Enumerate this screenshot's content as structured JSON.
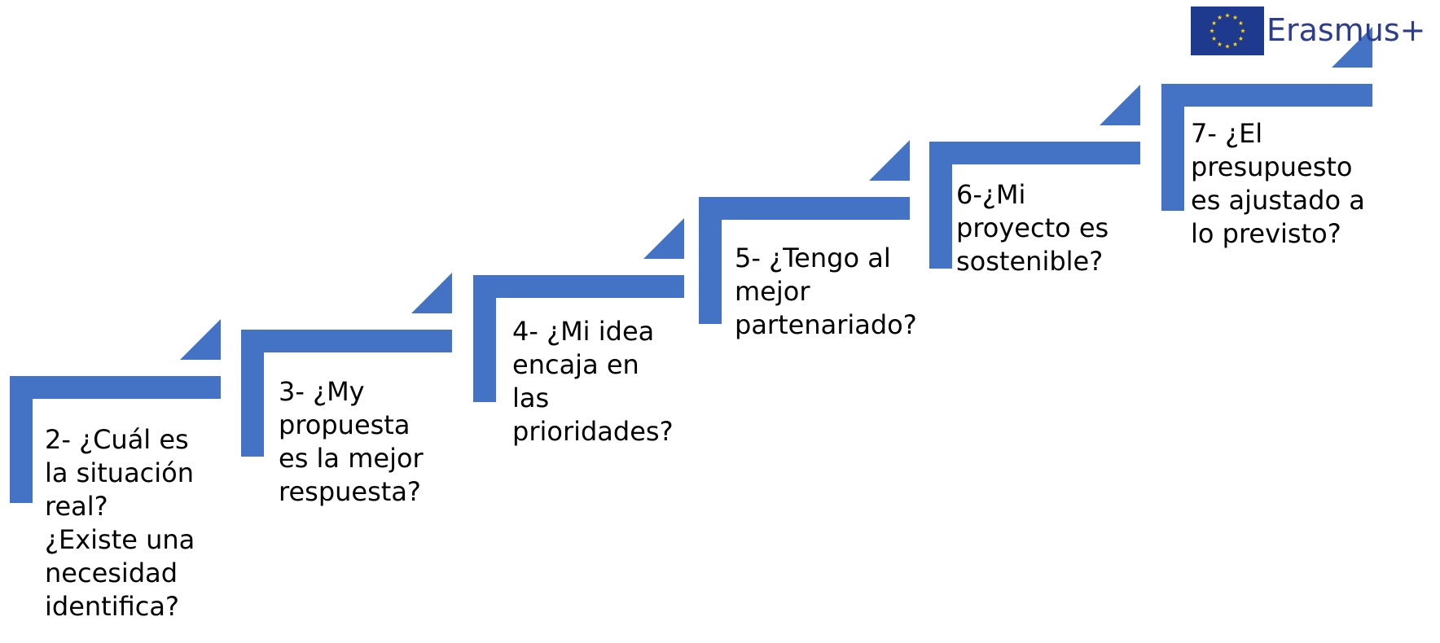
{
  "colors": {
    "step": "#4472c4",
    "logo_text": "#2c3d8f",
    "flag_blue": "#1e3a8f",
    "flag_star": "#ffd200"
  },
  "logo": {
    "text": "Erasmus+"
  },
  "steps": [
    {
      "text": "2- ¿Cuál es\nla situación\nreal?\n¿Existe una\nnecesidad\nidentifica?"
    },
    {
      "text": "3- ¿My\npropuesta\nes la mejor\nrespuesta?"
    },
    {
      "text": "4- ¿Mi idea\nencaja en\nlas\nprioridades?"
    },
    {
      "text": "5- ¿Tengo al\nmejor\npartenariado?"
    },
    {
      "text": "6-¿Mi\nproyecto es\nsostenible?"
    },
    {
      "text": "7- ¿El\npresupuesto\nes ajustado a\nlo previsto?"
    }
  ]
}
